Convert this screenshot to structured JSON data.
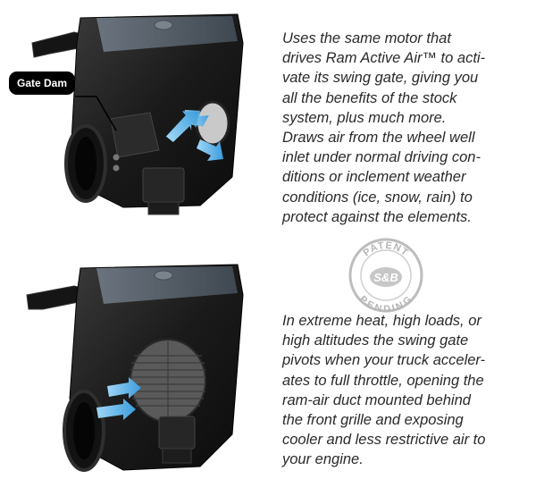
{
  "callout": {
    "label": "Gate Dam"
  },
  "paragraphs": {
    "top": [
      "Uses the same motor that",
      "drives Ram Active Air™ to acti-",
      "vate its swing gate, giving you",
      "all the benefits of the stock",
      "system, plus much more.",
      "Draws air from the wheel well",
      "inlet under normal driving con-",
      "ditions or inclement weather",
      "conditions (ice, snow, rain) to",
      "protect against the elements."
    ],
    "bottom": [
      "In extreme heat, high loads, or",
      "high altitudes the swing gate",
      "pivots when your truck acceler-",
      "ates to full throttle, opening the",
      "ram-air duct mounted behind",
      "the front grille and exposing",
      "cooler and less restrictive air to",
      "your engine."
    ]
  },
  "stamp": {
    "top_text": "PATENT",
    "bottom_text": "PENDING",
    "logo_text": "S&B"
  },
  "colors": {
    "arrow": "#4aa8e0",
    "text": "#2a2a2a",
    "body": "#1c1c1c",
    "lid": "#56606b"
  }
}
